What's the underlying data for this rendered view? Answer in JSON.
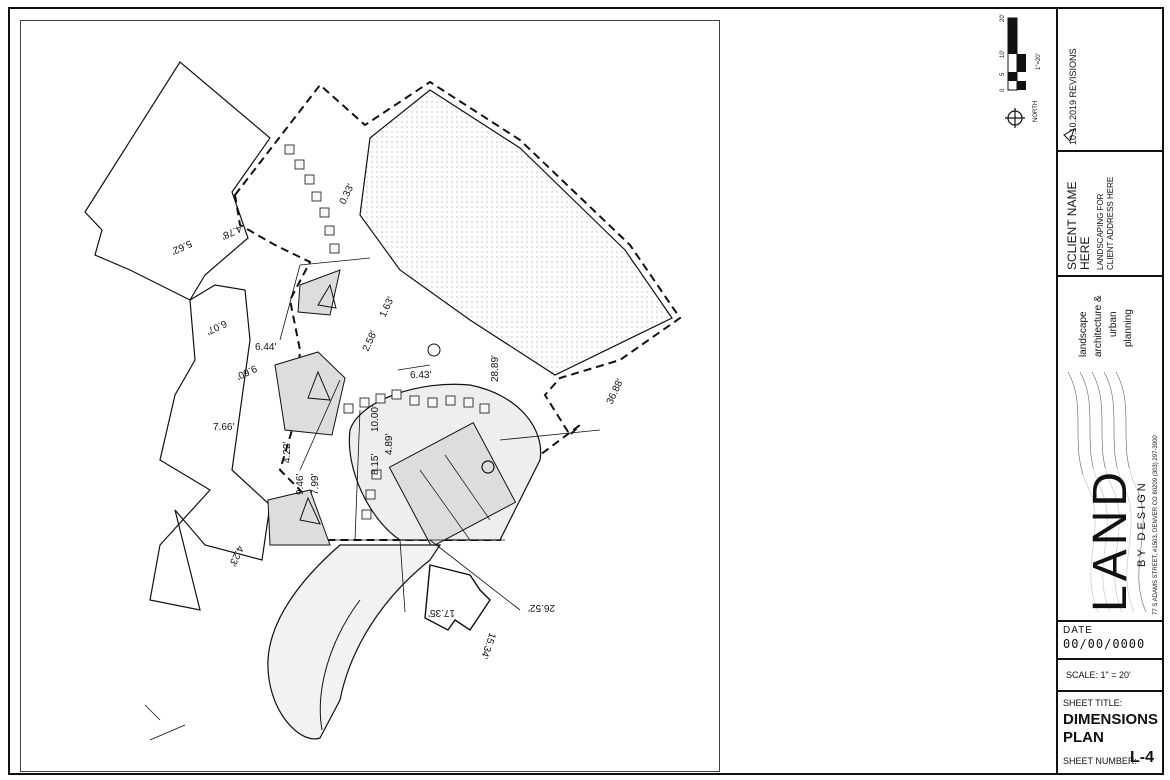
{
  "revisions": {
    "text": "10.10.2019 REVISIONS",
    "symbol": "1"
  },
  "client": {
    "name": "SCLIENT NAME HERE",
    "line1": "LANDSCAPING FOR",
    "line2": "CLIENT ADDRESS HERE"
  },
  "tagline": {
    "line1": "landscape",
    "line2": "architecture &",
    "line3": "urban",
    "line4": "planning"
  },
  "firm": {
    "name": "LAND",
    "sub": "BY DESIGN",
    "address": "77 S ADAMS STREET, #1503, DENVER CO 80209  (303) 297-3900"
  },
  "date": {
    "label": "DATE",
    "value": "00/00/0000"
  },
  "scale": {
    "text": "SCALE: 1\" = 20'"
  },
  "sheet": {
    "title_label": "SHEET TITLE:",
    "title": "DIMENSIONS PLAN",
    "number_label": "SHEET NUMBER:",
    "number": "L-4"
  },
  "north": {
    "label": "NORTH"
  },
  "bar_scale": {
    "t0": "0",
    "t5": "5",
    "t10": "10'",
    "t20": "20'",
    "ratio": "1\"=20'"
  },
  "dimensions": {
    "d1": "0.33'",
    "d2": "4.78'",
    "d3": "5.62'",
    "d4": "6.07'",
    "d5": "2.58'",
    "d6": "1.63'",
    "d7": "6.44'",
    "d8": "9.60'",
    "d9": "6.43'",
    "d10": "28.89'",
    "d11": "10.00'",
    "d12": "4.89'",
    "d13": "8.15'",
    "d14": "7.66'",
    "d15": "4.22'",
    "d16": "9.46'",
    "d17": "7.99'",
    "d18": "36.88'",
    "d19": "4.23'",
    "d20": "17.35'",
    "d21": "26.52'",
    "d22": "15.34'"
  }
}
